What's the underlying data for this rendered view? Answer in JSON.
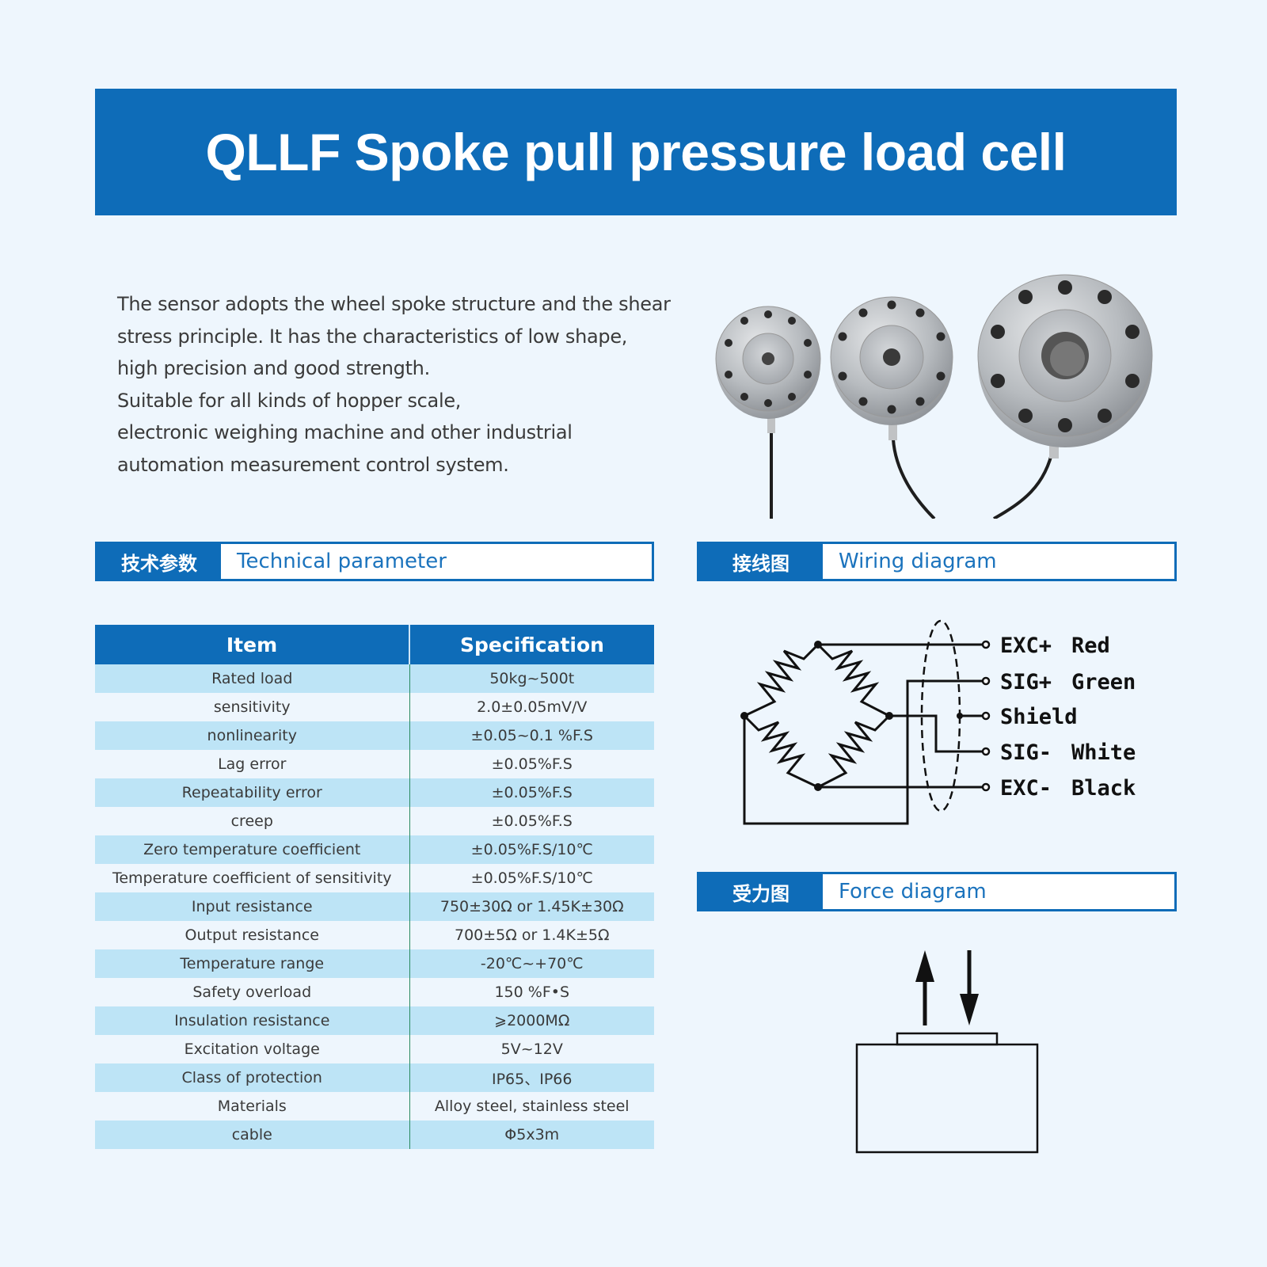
{
  "title": "QLLF Spoke pull pressure load cell",
  "description": [
    "The sensor adopts the wheel spoke structure and the shear",
    "stress principle. It has the characteristics of low shape,",
    "high precision and good strength.",
    "Suitable for all kinds of hopper scale,",
    "electronic weighing machine and other industrial",
    "automation measurement control system."
  ],
  "sections": {
    "technical": {
      "cn": "技术参数",
      "en": "Technical parameter"
    },
    "wiring": {
      "cn": "接线图",
      "en": "Wiring diagram"
    },
    "force": {
      "cn": "受力图",
      "en": "Force diagram"
    }
  },
  "table": {
    "headers": [
      "Item",
      "Specification"
    ],
    "rows": [
      [
        "Rated load",
        "50kg~500t"
      ],
      [
        "sensitivity",
        "2.0±0.05mV/V"
      ],
      [
        "nonlinearity",
        "±0.05~0.1 %F.S"
      ],
      [
        "Lag error",
        "±0.05%F.S"
      ],
      [
        "Repeatability error",
        "±0.05%F.S"
      ],
      [
        "creep",
        "±0.05%F.S"
      ],
      [
        "Zero temperature coefficient",
        "±0.05%F.S/10℃"
      ],
      [
        "Temperature coefficient of sensitivity",
        "±0.05%F.S/10℃"
      ],
      [
        "Input resistance",
        "750±30Ω or 1.45K±30Ω"
      ],
      [
        "Output resistance",
        "700±5Ω or 1.4K±5Ω"
      ],
      [
        "Temperature range",
        "-20℃~+70℃"
      ],
      [
        "Safety overload",
        "150 %F•S"
      ],
      [
        "Insulation resistance",
        "⩾2000MΩ"
      ],
      [
        "Excitation voltage",
        "5V~12V"
      ],
      [
        "Class of protection",
        "IP65、IP66"
      ],
      [
        "Materials",
        "Alloy steel, stainless steel"
      ],
      [
        "cable",
        "Φ5x3m"
      ]
    ]
  },
  "wiring": {
    "labels": [
      {
        "signal": "EXC+",
        "color": "Red"
      },
      {
        "signal": "SIG+",
        "color": "Green"
      },
      {
        "signal": "Shield",
        "color": ""
      },
      {
        "signal": "SIG-",
        "color": "White"
      },
      {
        "signal": "EXC-",
        "color": "Black"
      }
    ]
  },
  "colors": {
    "brand": "#0e6cb8",
    "stripe": "#bde4f6",
    "background": "#eef6fd"
  }
}
